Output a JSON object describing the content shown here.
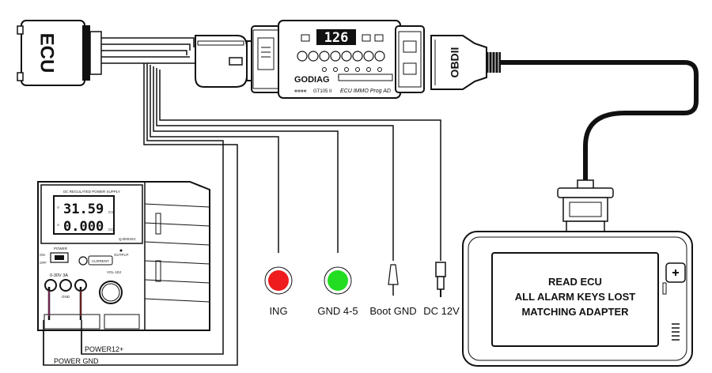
{
  "ecu": {
    "label": "ECU"
  },
  "obd": {
    "label": "OBDII"
  },
  "adapter": {
    "brand": "GODIAG",
    "model": "GT105 II",
    "product": "ECU IMMO Prog AD",
    "display": "126"
  },
  "psu": {
    "title": "DC REGULATED POWER SUPPLY",
    "voltage": "31.59",
    "current": "0.000",
    "v_unit": "CV",
    "a_unit": "CC",
    "v_label": "V",
    "a_label": "A",
    "model": "QJ3003XC",
    "power_label": "POWER",
    "current_btn": "CURRENT",
    "output_label": "OUTPUT",
    "range": "0-30V 3A",
    "gnd_label": "GND",
    "vol_adj": "VOL ADJ",
    "on": "ON",
    "off": "OFF"
  },
  "labels": {
    "power_gnd": "POWER GND",
    "power12": "POWER12+",
    "ing": "ING",
    "gnd45": "GND 4-5",
    "boot_gnd": "Boot GND",
    "dc12v": "DC 12V"
  },
  "tablet": {
    "lines": [
      "READ ECU",
      "ALL ALARM KEYS LOST",
      "MATCHING ADAPTER"
    ]
  },
  "colors": {
    "ing": "#ee1c1c",
    "gnd45": "#22dd22",
    "line": "#1a1a1a"
  }
}
